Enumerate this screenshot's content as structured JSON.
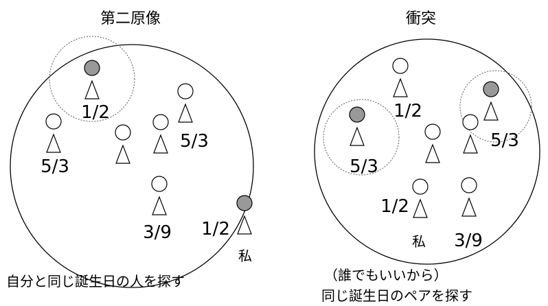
{
  "left_panel": {
    "title": "第二原像",
    "caption": "自分と同じ誕生日の人を探す",
    "labels": {
      "p1": "1/2",
      "p2": "5/3",
      "p3": "5/3",
      "p4": "3/9",
      "me_date": "1/2",
      "me_name": "私"
    }
  },
  "right_panel": {
    "title": "衝突",
    "caption_line1": "（誰でもいいから）",
    "caption_line2": "同じ誕生日のペアを探す",
    "labels": {
      "p1": "1/2",
      "p2": "5/3",
      "p3": "5/3",
      "p4": "1/2",
      "me_name": "私",
      "p5": "3/9"
    }
  },
  "colors": {
    "highlighted_head": "#999999",
    "plain_head": "#ffffff",
    "stroke": "#000000"
  }
}
